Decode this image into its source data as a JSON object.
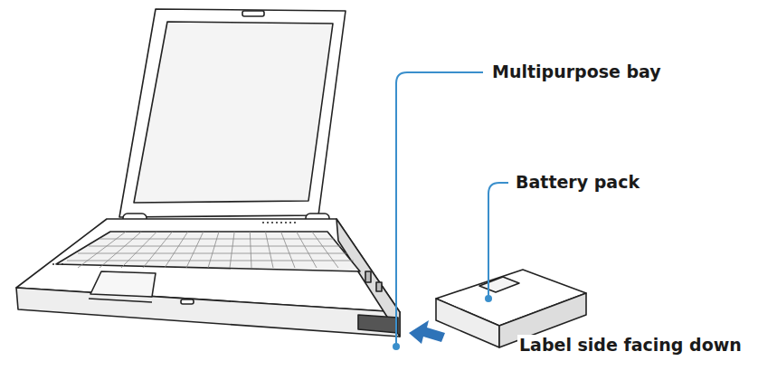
{
  "diagram": {
    "labels": [
      "Multipurpose bay",
      "Battery pack",
      "Label side facing down"
    ]
  }
}
